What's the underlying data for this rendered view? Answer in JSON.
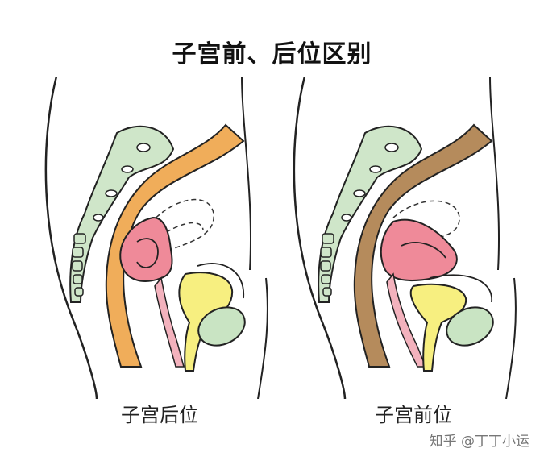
{
  "title": "子宫前、后位区别",
  "panels": [
    {
      "caption": "子宫后位"
    },
    {
      "caption": "子宫前位"
    }
  ],
  "watermark": "知乎 @丁丁小运"
}
